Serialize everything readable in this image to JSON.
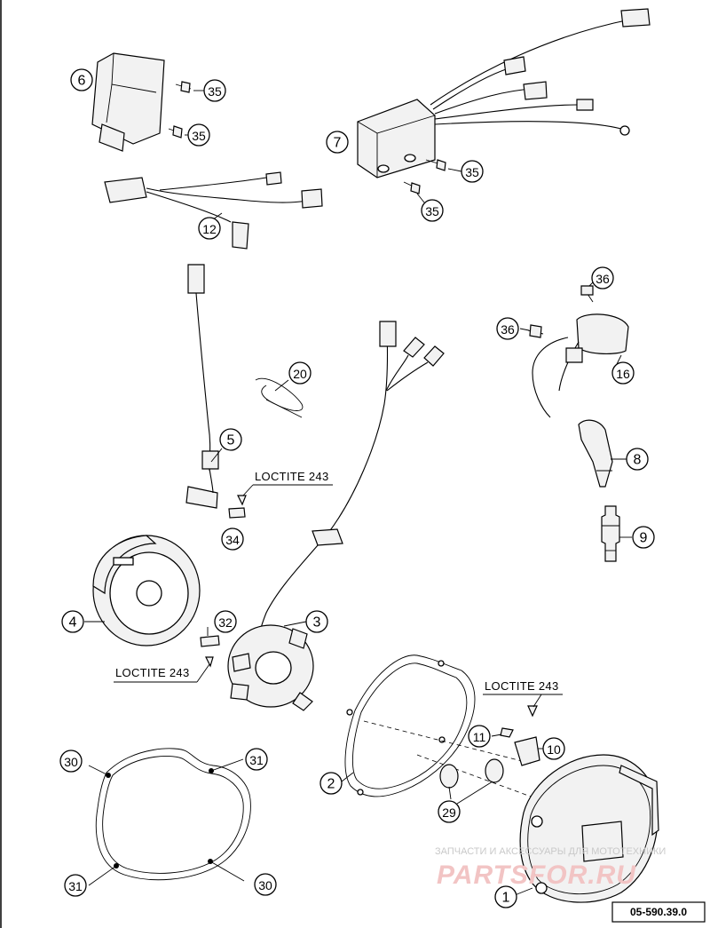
{
  "labels": {
    "loctite_1": "LOCTITE 243",
    "loctite_2": "LOCTITE 243",
    "loctite_3": "LOCTITE 243"
  },
  "callouts": {
    "c1": "1",
    "c2": "2",
    "c3": "3",
    "c4": "4",
    "c5": "5",
    "c6": "6",
    "c7": "7",
    "c8": "8",
    "c9": "9",
    "c10": "10",
    "c11": "11",
    "c12": "12",
    "c16": "16",
    "c20": "20",
    "c29": "29",
    "c30a": "30",
    "c30b": "30",
    "c31a": "31",
    "c31b": "31",
    "c32": "32",
    "c34": "34",
    "c35a": "35",
    "c35b": "35",
    "c35c": "35",
    "c35d": "35",
    "c36a": "36",
    "c36b": "36"
  },
  "diagram_code": "05-590.39.0",
  "watermark": {
    "line1": "ЗАПЧАСТИ И АКСЕССУАРЫ ДЛЯ МОТОТЕХНИКИ",
    "line2": "PARTSFOR.RU"
  }
}
